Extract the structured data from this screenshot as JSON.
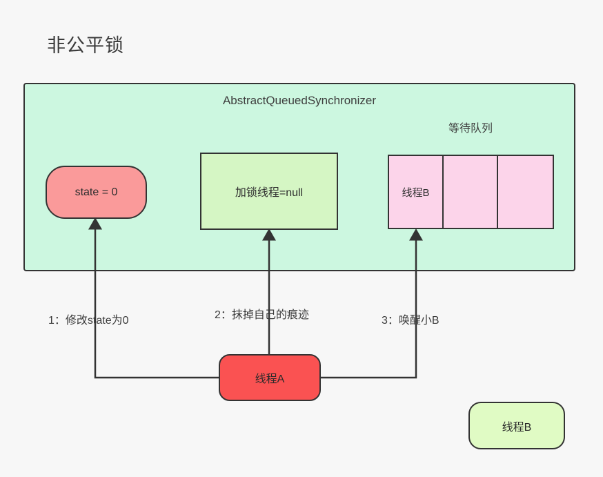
{
  "diagram": {
    "title": "非公平锁",
    "container": {
      "label": "AbstractQueuedSynchronizer",
      "fill": "#ccf7e0",
      "stroke": "#333333"
    },
    "state_node": {
      "label": "state = 0",
      "fill": "#fa9a9a"
    },
    "lock_owner_box": {
      "label": "加锁线程=null",
      "fill": "#d5f6c4"
    },
    "wait_queue": {
      "title": "等待队列",
      "fill": "#fcd4ea",
      "cells": [
        {
          "label": "线程B"
        },
        {
          "label": ""
        },
        {
          "label": ""
        }
      ]
    },
    "thread_a": {
      "label": "线程A",
      "fill": "#fa5252"
    },
    "thread_b": {
      "label": "线程B",
      "fill": "#e0fbc4"
    },
    "steps": [
      {
        "id": "1",
        "label": "1：修改state为0"
      },
      {
        "id": "2",
        "label": "2：抹掉自己的痕迹"
      },
      {
        "id": "3",
        "label": "3：唤醒小B"
      }
    ]
  }
}
